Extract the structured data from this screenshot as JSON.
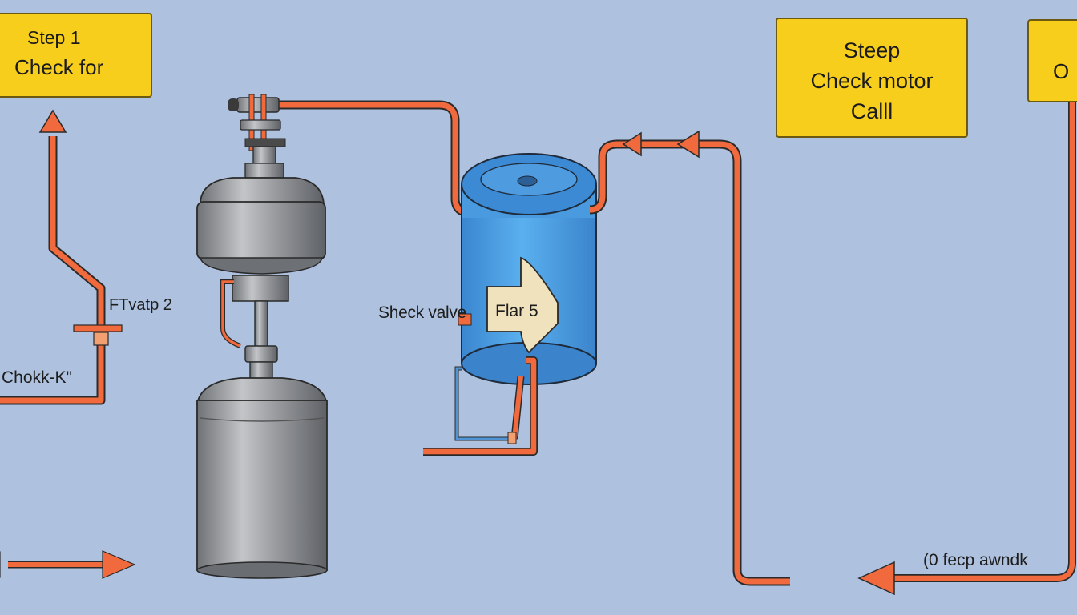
{
  "boxes": {
    "step1": {
      "line1": "Step 1",
      "line2": "Check for"
    },
    "step2": {
      "line1": "Steep",
      "line2": "Check motor",
      "line3": "Calll"
    },
    "step3": {
      "line1": "O"
    }
  },
  "labels": {
    "fvatp": "FTvatp 2",
    "chok": "Chokk-K\"",
    "sheck_valve": "Sheck valve",
    "flar": "Flar 5",
    "fecp": "(0 fecp awndk"
  },
  "colors": {
    "background": "#aec1df",
    "note_box": "#f7ce1c",
    "pipe": "#f06a3d",
    "steel": "#8f9195",
    "tank": "#4a9adf"
  }
}
